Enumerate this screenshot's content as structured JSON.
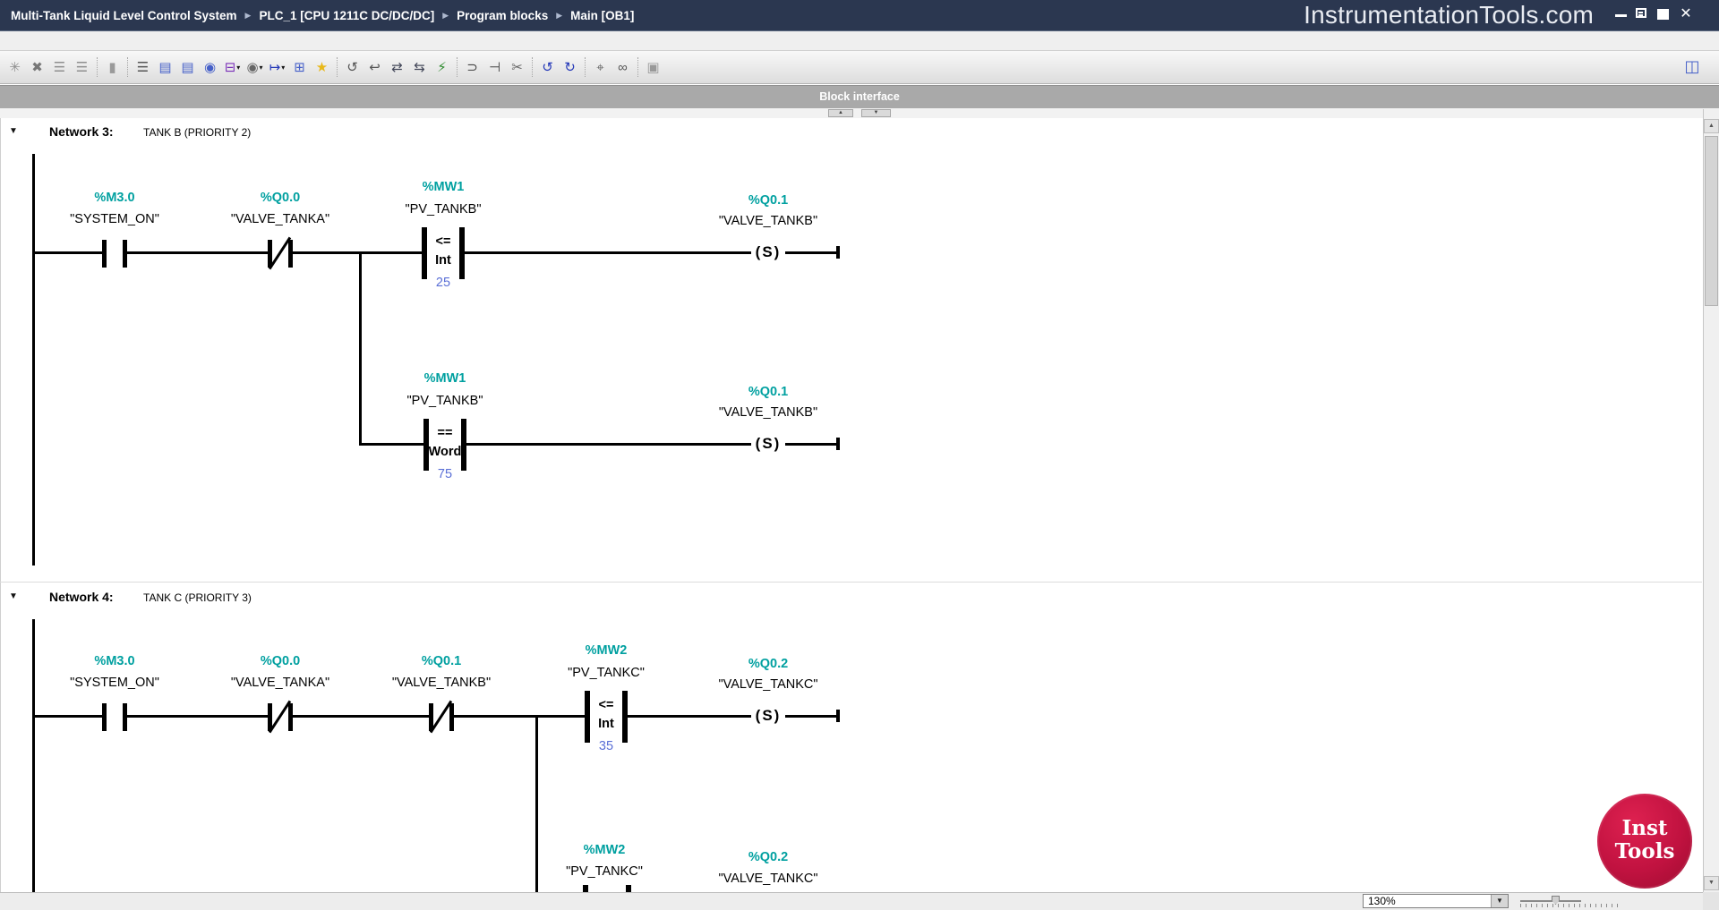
{
  "title_bar": {
    "breadcrumbs": [
      "Multi-Tank Liquid Level Control System",
      "PLC_1 [CPU 1211C DC/DC/DC]",
      "Program blocks",
      "Main [OB1]"
    ],
    "brand": "InstrumentationTools.com"
  },
  "toolbar": {
    "buttons": [
      {
        "name": "insert-network-icon",
        "glyph": "✳",
        "color": "#8f8f8f",
        "sep_after": false
      },
      {
        "name": "delete-network-icon",
        "glyph": "✖",
        "color": "#777777",
        "sep_after": false
      },
      {
        "name": "insert-row-icon",
        "glyph": "☰",
        "color": "#8f8f8f",
        "sep_after": false
      },
      {
        "name": "add-row-icon",
        "glyph": "☰",
        "color": "#8f8f8f",
        "sep_after": true
      },
      {
        "name": "keep-actual-values-icon",
        "glyph": "▮",
        "color": "#9a9a9a",
        "sep_after": true
      },
      {
        "name": "absolute-operands-icon",
        "glyph": "☰",
        "color": "#555555",
        "sep_after": false
      },
      {
        "name": "network-comments-icon",
        "glyph": "▤",
        "color": "#4660c8",
        "sep_after": false
      },
      {
        "name": "network-titles-icon",
        "glyph": "▤",
        "color": "#4660c8",
        "sep_after": false
      },
      {
        "name": "comment-bubble-icon",
        "glyph": "◉",
        "color": "#4660c8",
        "sep_after": false
      },
      {
        "name": "insert-box-icon",
        "glyph": "⊟",
        "color": "#7a2fb8",
        "dropdown": true,
        "sep_after": false
      },
      {
        "name": "comments-toggle-icon",
        "glyph": "◉",
        "color": "#666666",
        "dropdown": true,
        "sep_after": false
      },
      {
        "name": "jump-label-icon",
        "glyph": "↦",
        "color": "#2438b8",
        "dropdown": true,
        "sep_after": false
      },
      {
        "name": "empty-box-icon",
        "glyph": "⊞",
        "color": "#4660c8",
        "sep_after": false
      },
      {
        "name": "favorites-star-icon",
        "glyph": "★",
        "color": "#e8b818",
        "sep_after": true
      },
      {
        "name": "go-to-previous-icon",
        "glyph": "↺",
        "color": "#555555",
        "sep_after": false
      },
      {
        "name": "go-to-next-icon",
        "glyph": "↩",
        "color": "#555555",
        "sep_after": false
      },
      {
        "name": "update-block-calls-icon",
        "glyph": "⇄",
        "color": "#44485a",
        "sep_after": false
      },
      {
        "name": "sync-calls-icon",
        "glyph": "⇆",
        "color": "#44485a",
        "sep_after": false
      },
      {
        "name": "consistency-check-icon",
        "glyph": "⚡",
        "color": "#2e8b2e",
        "sep_after": true
      },
      {
        "name": "set-eno-icon",
        "glyph": "⊃",
        "color": "#444444",
        "sep_after": false
      },
      {
        "name": "reset-eno-icon",
        "glyph": "⊣",
        "color": "#444444",
        "sep_after": false
      },
      {
        "name": "split-rung-icon",
        "glyph": "✂",
        "color": "#666666",
        "sep_after": true
      },
      {
        "name": "nav-back-icon",
        "glyph": "↺",
        "color": "#2438b8",
        "sep_after": false
      },
      {
        "name": "nav-forward-icon",
        "glyph": "↻",
        "color": "#2438b8",
        "sep_after": true
      },
      {
        "name": "find-target-icon",
        "glyph": "⌖",
        "color": "#666666",
        "sep_after": false
      },
      {
        "name": "monitoring-glasses-icon",
        "glyph": "∞",
        "color": "#555555",
        "sep_after": true
      },
      {
        "name": "data-block-icon",
        "glyph": "▣",
        "color": "#999999",
        "sep_after": false
      }
    ]
  },
  "block_interface_label": "Block interface",
  "networks": [
    {
      "label": "Network 3:",
      "comment": "TANK B (PRIORITY 2)",
      "elements": {
        "c1": {
          "address": "%M3.0",
          "name": "\"SYSTEM_ON\""
        },
        "c2": {
          "address": "%Q0.0",
          "name": "\"VALVE_TANKA\""
        },
        "cmp1": {
          "address": "%MW1",
          "name": "\"PV_TANKB\"",
          "op": "<=",
          "dtype": "Int",
          "value": "25"
        },
        "coil1": {
          "address": "%Q0.1",
          "name": "\"VALVE_TANKB\"",
          "symbol": "(S)"
        },
        "cmp2": {
          "address": "%MW1",
          "name": "\"PV_TANKB\"",
          "op": "==",
          "dtype": "Word",
          "value": "75"
        },
        "coil2": {
          "address": "%Q0.1",
          "name": "\"VALVE_TANKB\"",
          "symbol": "(S)"
        }
      }
    },
    {
      "label": "Network 4:",
      "comment": "TANK C (PRIORITY 3)",
      "elements": {
        "c1": {
          "address": "%M3.0",
          "name": "\"SYSTEM_ON\""
        },
        "c2": {
          "address": "%Q0.0",
          "name": "\"VALVE_TANKA\""
        },
        "c3": {
          "address": "%Q0.1",
          "name": "\"VALVE_TANKB\""
        },
        "cmp1": {
          "address": "%MW2",
          "name": "\"PV_TANKC\"",
          "op": "<=",
          "dtype": "Int",
          "value": "35"
        },
        "coil1": {
          "address": "%Q0.2",
          "name": "\"VALVE_TANKC\"",
          "symbol": "(S)"
        },
        "cmp2": {
          "address": "%MW2",
          "name": "\"PV_TANKC\""
        },
        "coil2": {
          "address": "%Q0.2",
          "name": "\"VALVE_TANKC\""
        }
      }
    }
  ],
  "status_bar": {
    "zoom_value": "130%"
  },
  "logo": {
    "line1": "Inst",
    "line2": "Tools"
  },
  "colors": {
    "titlebar": "#2b3750",
    "operand_teal": "#00a0a0",
    "constant_blue": "#5a6fd6",
    "logo_red": "#c11240"
  }
}
